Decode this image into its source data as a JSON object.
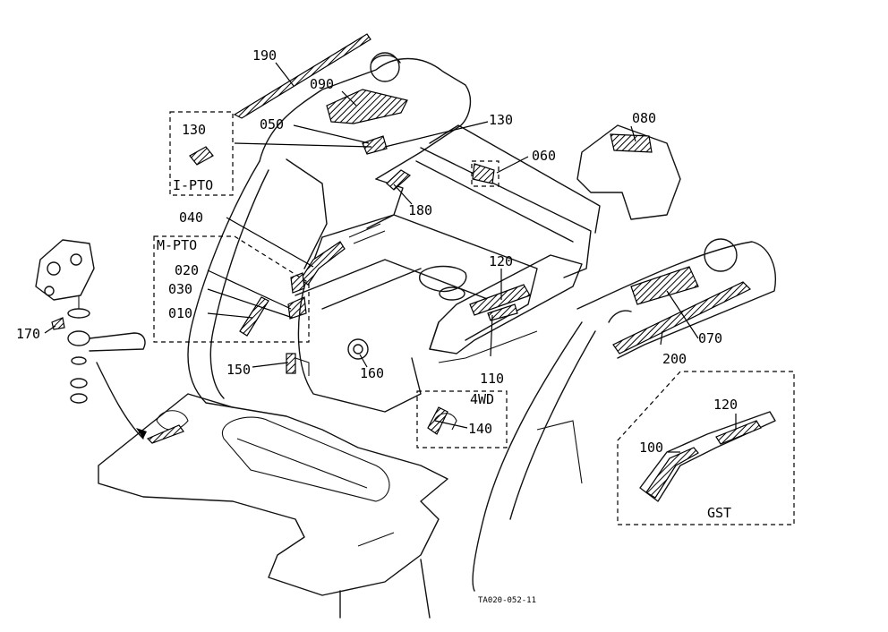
{
  "labels": {
    "l190": "190",
    "l090": "090",
    "l050": "050",
    "l130a": "130",
    "l130b": "130",
    "l080": "080",
    "l060": "060",
    "l180": "180",
    "l040": "040",
    "l020": "020",
    "l030": "030",
    "l010": "010",
    "l120a": "120",
    "l170": "170",
    "l150": "150",
    "l160": "160",
    "l110": "110",
    "l140": "140",
    "l070": "070",
    "l200": "200",
    "l120b": "120",
    "l100": "100"
  },
  "boxes": {
    "ipto": "I-PTO",
    "mpto": "M-PTO",
    "fwd": "4WD",
    "gst": "GST"
  },
  "drawing_code": "TA020-052-11"
}
